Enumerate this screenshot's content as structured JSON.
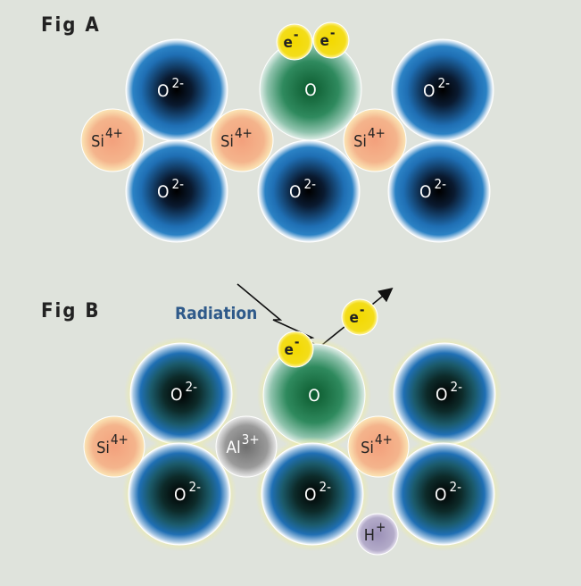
{
  "figures": [
    {
      "id": "A",
      "label": "Fig A"
    },
    {
      "id": "B",
      "label": "Fig B"
    }
  ],
  "ions": {
    "oxide": "O",
    "oxide_charge": "2-",
    "oxygen": "O",
    "silicon": "Si",
    "silicon_charge": "4+",
    "aluminum": "Al",
    "aluminum_charge": "3+",
    "hydrogen": "H",
    "hydrogen_charge": "+",
    "electron": "e",
    "electron_charge": "-"
  },
  "radiation_label": "Radiation",
  "colors": {
    "background": "#dfe3dc",
    "oxide_core": "#000000",
    "oxide_edge": "#1f6fb4",
    "oxygen_core": "#0b5a2e",
    "silicon_fill": "#f2a483",
    "aluminum_fill": "#8b8b8b",
    "hydrogen_fill": "#a39bbd",
    "electron_fill": "#f3d900",
    "radiation_text": "#2f5a8a",
    "glow": "#f0ee9c"
  }
}
